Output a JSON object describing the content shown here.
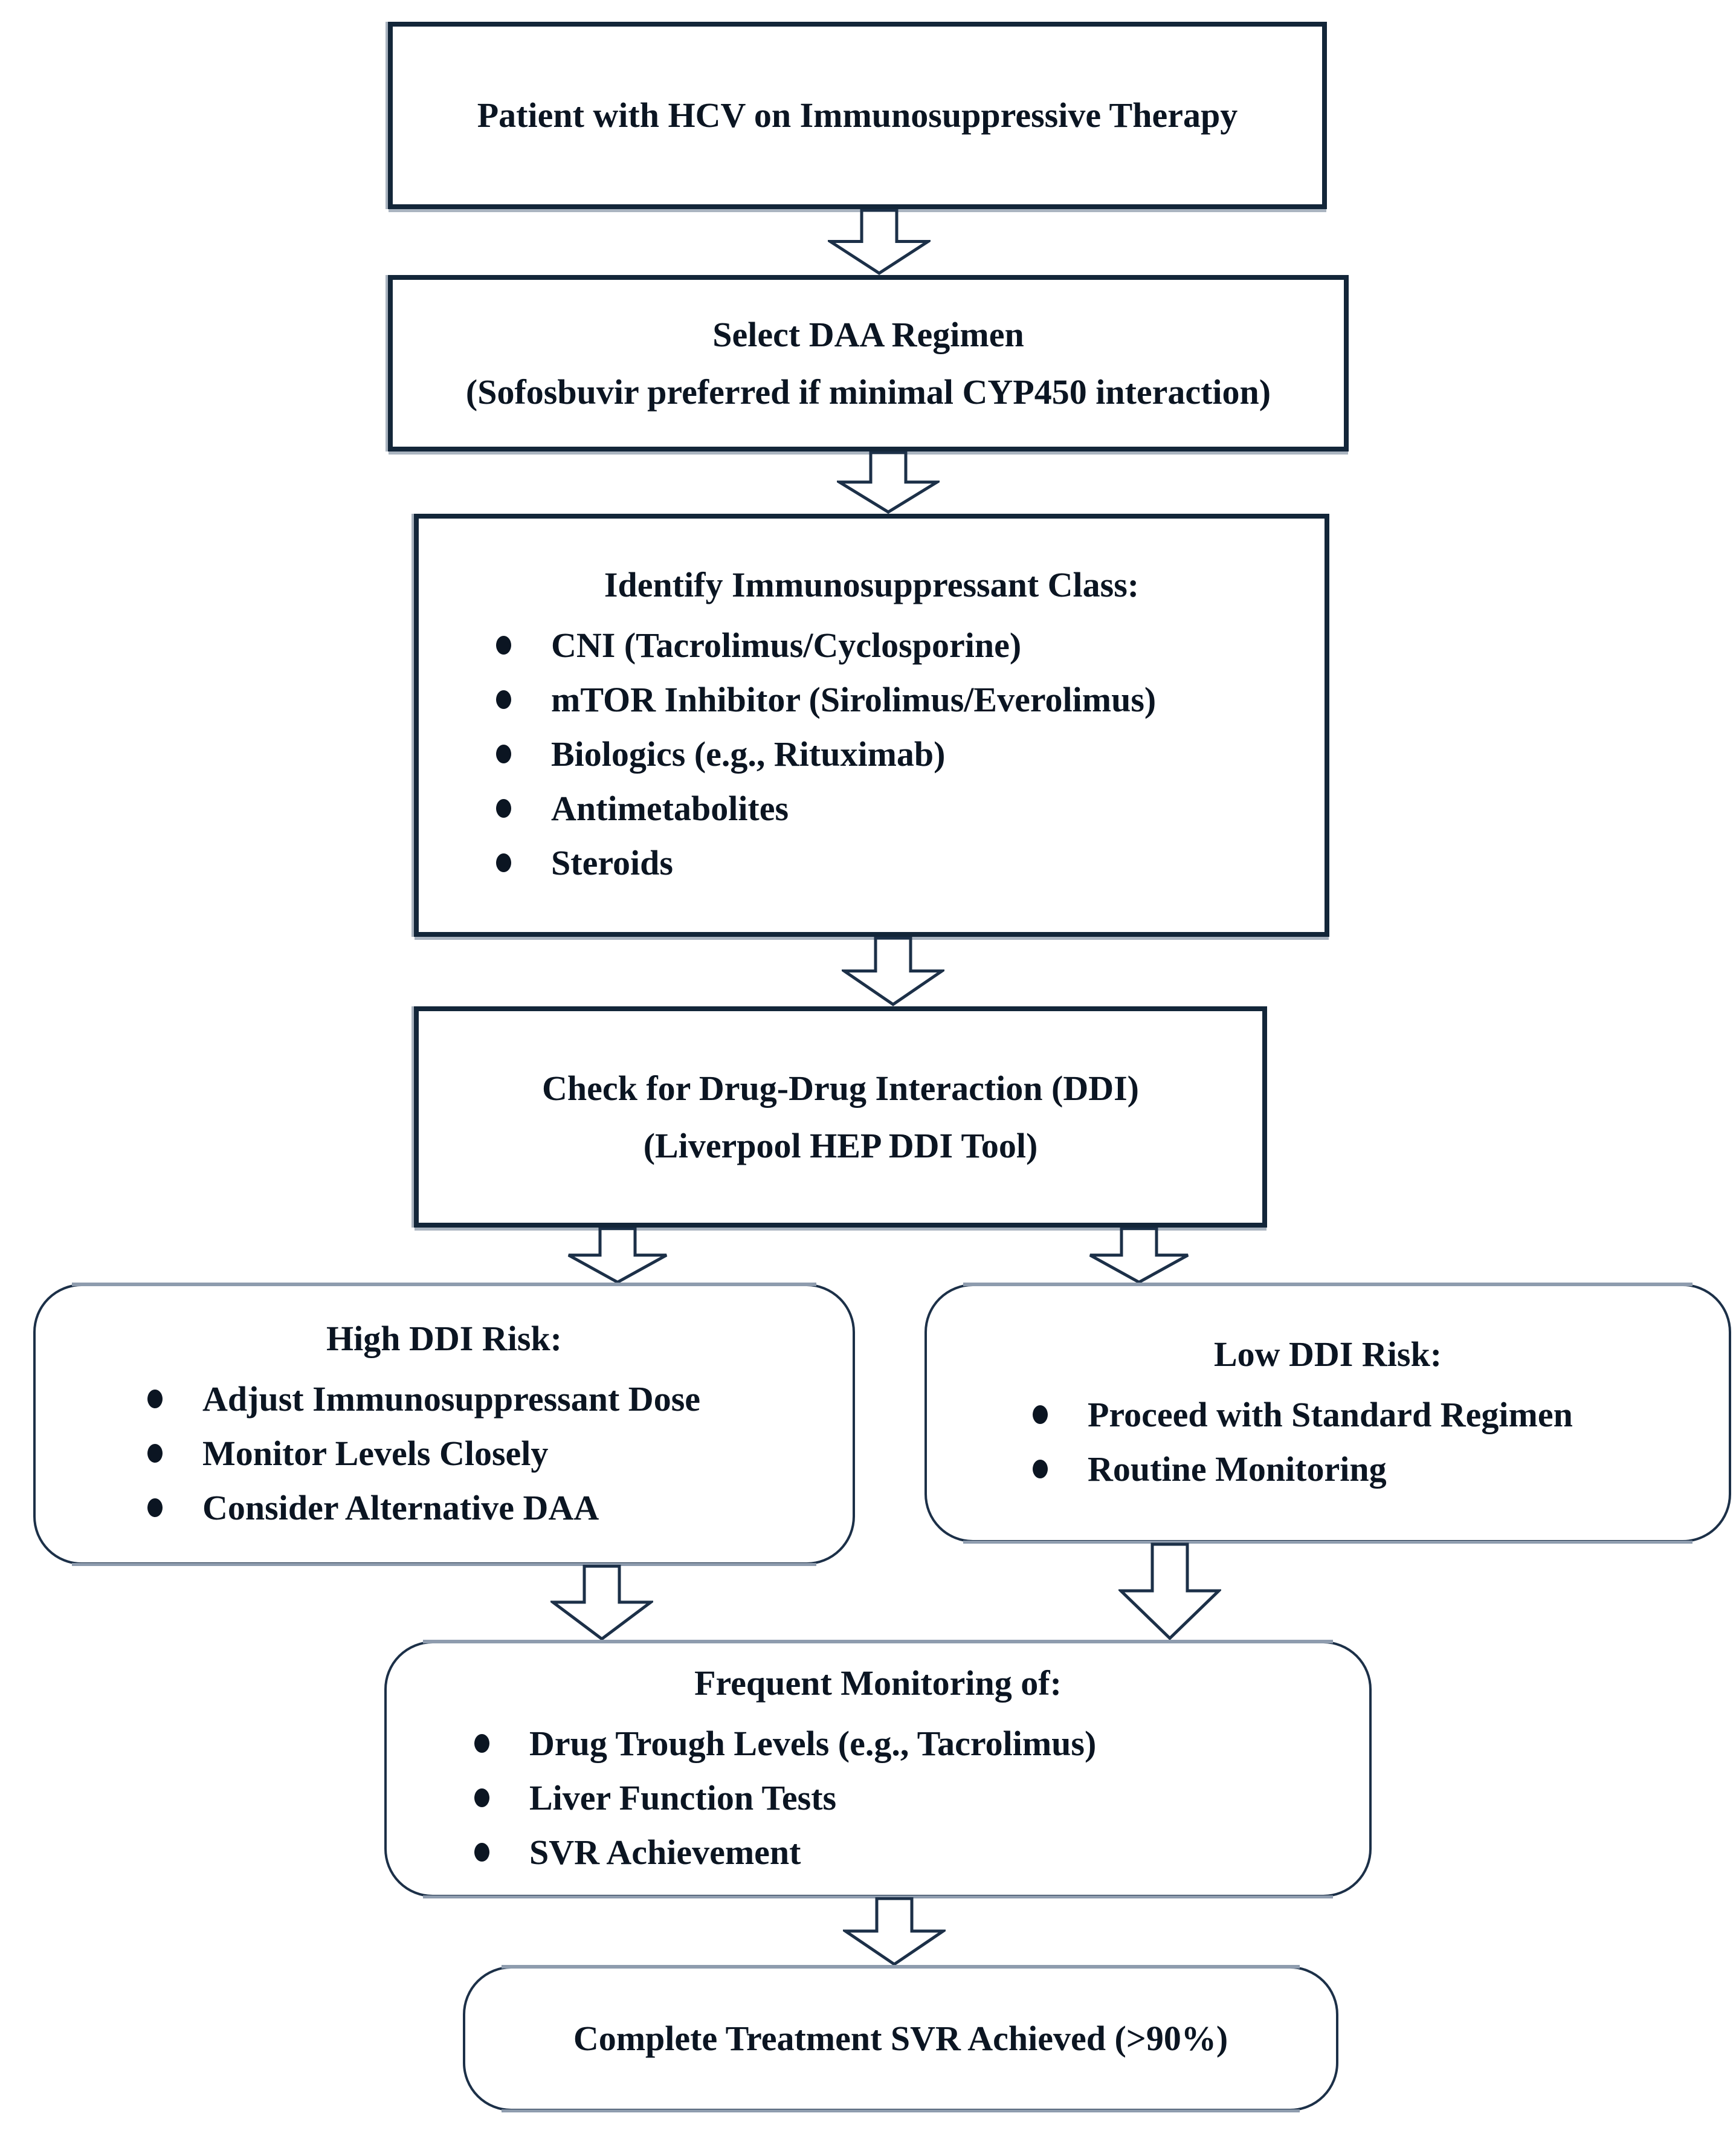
{
  "diagram_type": "flowchart",
  "colors": {
    "background": "#ffffff",
    "rect_border": "#132639",
    "rounded_border": "#1c3048",
    "text": "#0b1522",
    "arrow_outline": "#1c3048",
    "shadow_gray": "#8e9cae"
  },
  "nodes": {
    "start": {
      "text": "Patient with HCV on Immunosuppressive Therapy"
    },
    "select_daa": {
      "line1": "Select DAA Regimen",
      "line2": "(Sofosbuvir preferred if minimal CYP450 interaction)"
    },
    "identify_class": {
      "title": "Identify Immunosuppressant Class:",
      "bullets": [
        "CNI (Tacrolimus/Cyclosporine)",
        "mTOR Inhibitor (Sirolimus/Everolimus)",
        "Biologics (e.g., Rituximab)",
        "Antimetabolites",
        "Steroids"
      ]
    },
    "check_ddi": {
      "line1": "Check for Drug-Drug Interaction (DDI)",
      "line2": "(Liverpool HEP DDI Tool)"
    },
    "high_risk": {
      "title": "High DDI Risk:",
      "bullets": [
        "Adjust Immunosuppressant Dose",
        "Monitor Levels Closely",
        "Consider Alternative DAA"
      ]
    },
    "low_risk": {
      "title": "Low DDI Risk:",
      "bullets": [
        "Proceed with Standard Regimen",
        "Routine Monitoring"
      ]
    },
    "monitoring": {
      "title": "Frequent Monitoring of:",
      "bullets": [
        "Drug Trough Levels (e.g., Tacrolimus)",
        "Liver Function Tests",
        "SVR Achievement"
      ]
    },
    "complete": {
      "text": "Complete Treatment SVR Achieved (>90%)"
    }
  }
}
